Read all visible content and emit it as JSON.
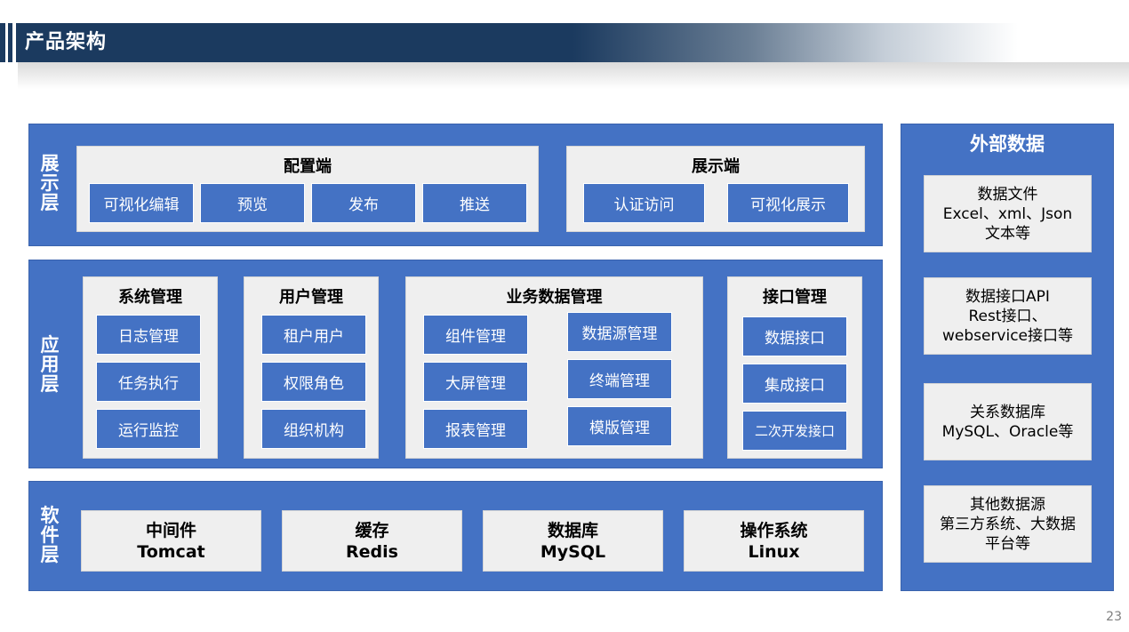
{
  "header": {
    "title": "产品架构"
  },
  "display_layer": {
    "label": "展示层",
    "config": {
      "title": "配置端",
      "items": [
        "可视化编辑",
        "预览",
        "发布",
        "推送"
      ]
    },
    "show": {
      "title": "展示端",
      "items": [
        "认证访问",
        "可视化展示"
      ]
    }
  },
  "app_layer": {
    "label": "应用层",
    "system": {
      "title": "系统管理",
      "items": [
        "日志管理",
        "任务执行",
        "运行监控"
      ]
    },
    "user": {
      "title": "用户管理",
      "items": [
        "租户用户",
        "权限角色",
        "组织机构"
      ]
    },
    "business": {
      "title": "业务数据管理",
      "left": [
        "组件管理",
        "大屏管理",
        "报表管理"
      ],
      "right": [
        "数据源管理",
        "终端管理",
        "模版管理"
      ]
    },
    "api": {
      "title": "接口管理",
      "items": [
        "数据接口",
        "集成接口",
        "二次开发接口"
      ]
    }
  },
  "software_layer": {
    "label": "软件层",
    "items": [
      {
        "name": "中间件",
        "value": "Tomcat"
      },
      {
        "name": "缓存",
        "value": "Redis"
      },
      {
        "name": "数据库",
        "value": "MySQL"
      },
      {
        "name": "操作系统",
        "value": "Linux"
      }
    ]
  },
  "external": {
    "title": "外部数据",
    "cards": [
      {
        "lines": [
          "数据文件",
          "Excel、xml、Json",
          "文本等"
        ]
      },
      {
        "lines": [
          "数据接口API",
          "Rest接口、",
          "webservice接口等"
        ]
      },
      {
        "lines": [
          "关系数据库",
          "MySQL、Oracle等"
        ]
      },
      {
        "lines": [
          "其他数据源",
          "第三方系统、大数据",
          "平台等"
        ]
      }
    ]
  },
  "page_number": "23",
  "colors": {
    "layer_blue": "#4472c4",
    "header_navy": "#1b3a5f",
    "panel_gray": "#efefef"
  }
}
